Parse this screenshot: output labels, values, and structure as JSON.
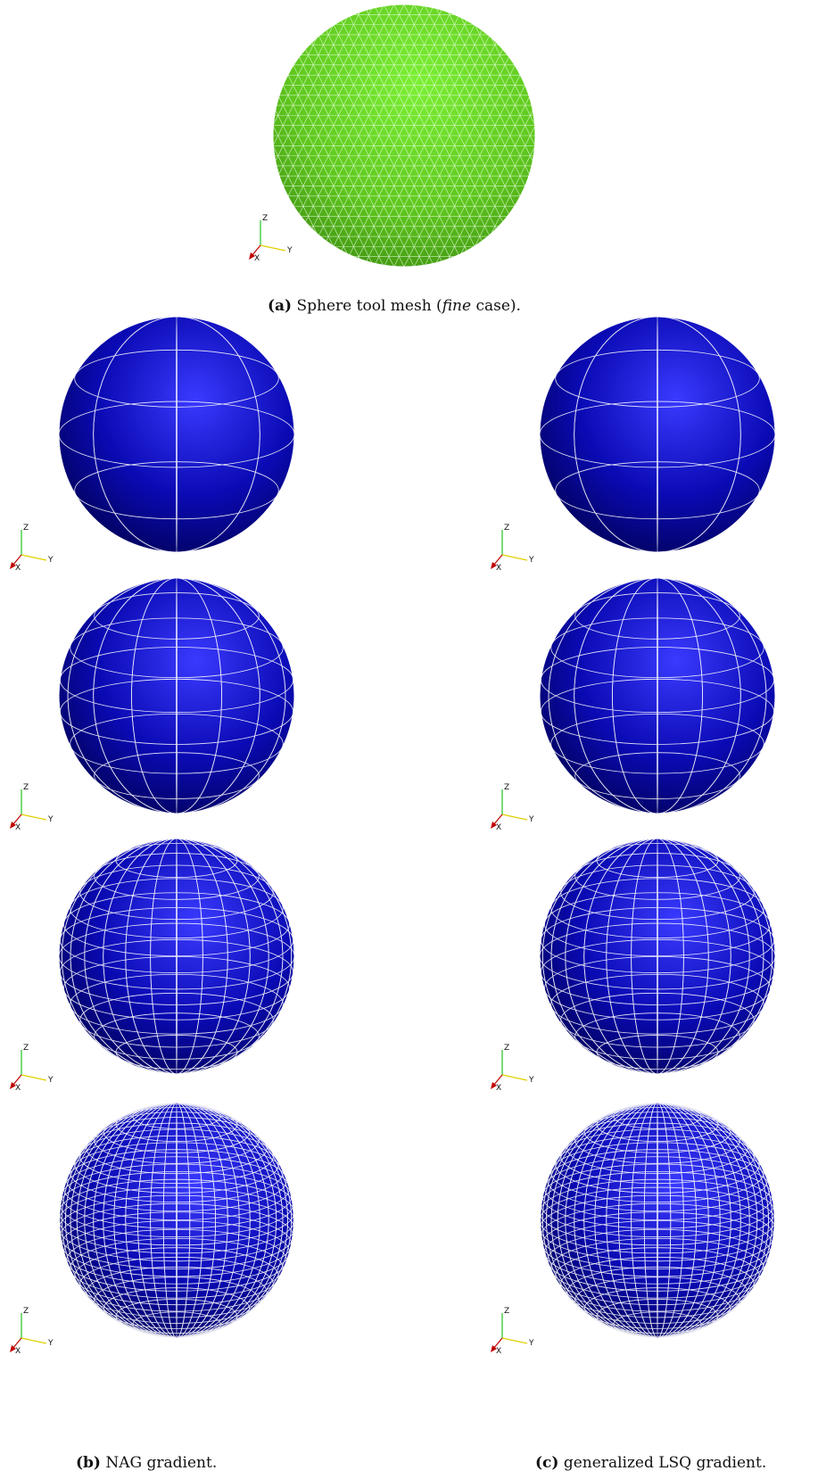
{
  "figure": {
    "panel_a": {
      "label": "(a)",
      "caption_pre": "Sphere tool mesh (",
      "caption_em": "fine",
      "caption_post": " case).",
      "color": "#5fc71e"
    },
    "panel_b": {
      "label": "(b)",
      "caption": "NAG gradient."
    },
    "panel_c": {
      "label": "(c)",
      "caption": "generalized LSQ gradient."
    },
    "sphere_color": "#0a0ab4",
    "edge_color": "#ffffff",
    "axis_labels": {
      "x": "X",
      "y": "Y",
      "z": "Z"
    },
    "axis_colors": {
      "x": "#c00000",
      "y": "#e0d000",
      "z": "#20c020"
    }
  }
}
